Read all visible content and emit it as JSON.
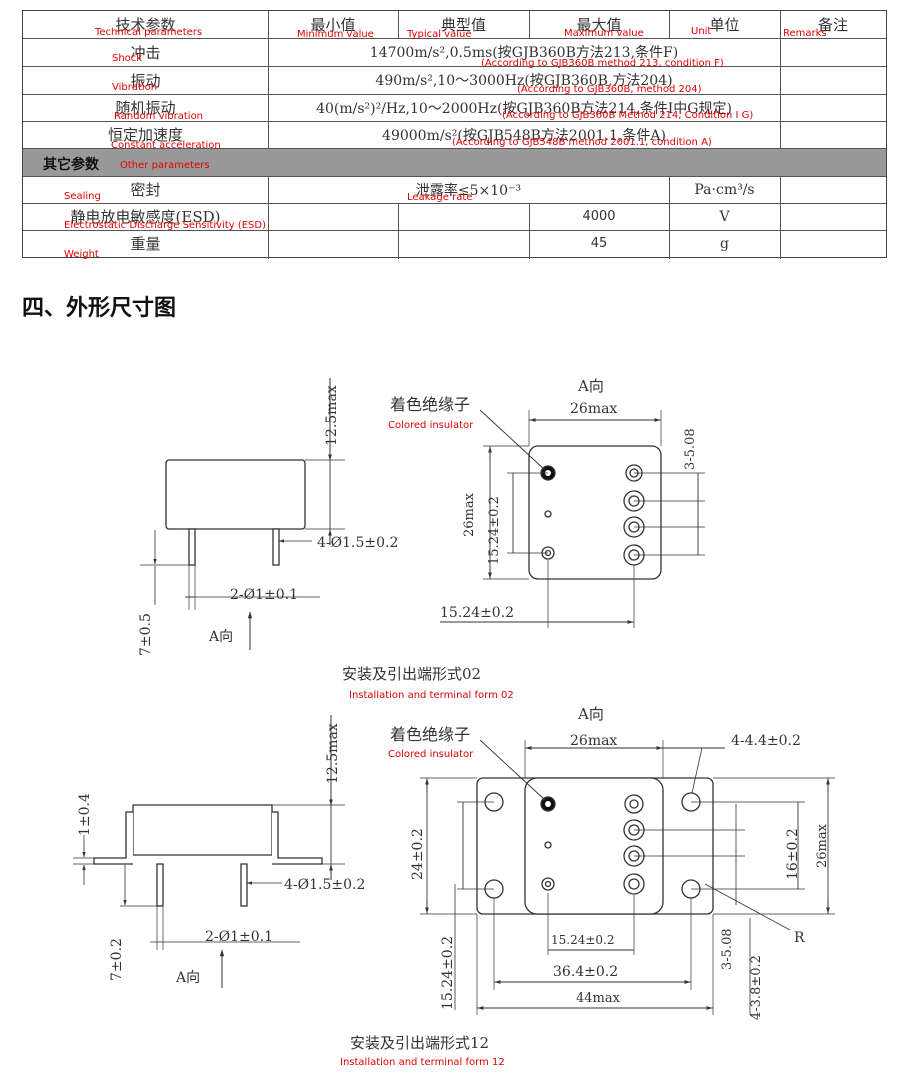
{
  "table": {
    "headers": [
      {
        "cn": "技术参数",
        "en": "Technical parameters"
      },
      {
        "cn": "最小值",
        "en": "Minimum value"
      },
      {
        "cn": "典型值",
        "en": "Typical value"
      },
      {
        "cn": "最大值",
        "en": "Maximum value"
      },
      {
        "cn": "单位",
        "en": "Unit"
      },
      {
        "cn": "备注",
        "en": "Remarks"
      }
    ],
    "rows": [
      {
        "cn": "冲击",
        "en": "Shock",
        "value": "14700m/s²,0.5ms(按GJB360B方法213,条件F)",
        "value_en": "(According to GJB360B method 213, condition F)"
      },
      {
        "cn": "振动",
        "en": "Vibration",
        "value": "490m/s²,10～3000Hz(按GJB360B,方法204)",
        "value_en": "(According to GJB360B, method 204)"
      },
      {
        "cn": "随机振动",
        "en": "Random vibration",
        "value": "40(m/s²)²/Hz,10～2000Hz(按GJB360B方法214,条件I中G规定)",
        "value_en": "(According to GJB360B Method 214, Condition I G)"
      },
      {
        "cn": "恒定加速度",
        "en": "Constant acceleration",
        "value": "49000m/s²(按GJB548B方法2001.1,条件A)",
        "value_en": "(According to GJB548B method 2001.1, condition A)"
      }
    ],
    "other": {
      "title_cn": "其它参数",
      "title_en": "Other parameters",
      "sealing": {
        "cn": "密封",
        "en": "Sealing",
        "value": "泄露率≤5×10⁻³",
        "value_en": "Leakage rate",
        "unit": "Pa·cm³/s"
      },
      "esd": {
        "cn": "静电放电敏感度(ESD)",
        "en": "Electrostatic Discharge Sensitivity (ESD)",
        "max": "4000",
        "unit": "V"
      },
      "weight": {
        "cn": "重量",
        "en": "Weight",
        "max": "45",
        "unit": "g"
      }
    }
  },
  "section_heading": "四、外形尺寸图",
  "fig02": {
    "dim_height": "12.5max",
    "pin_big": "4-Ø1.5±0.2",
    "pin_small": "2-Ø1±0.1",
    "lead_len": "7±0.5",
    "view_a": "A向",
    "top_label": "A向",
    "insulator_cn": "着色绝缘子",
    "insulator_en": "Colored insulator",
    "width": "26max",
    "height": "26max",
    "pitch_v": "15.24±0.2",
    "pitch_h": "15.24±0.2",
    "edge": "3-5.08",
    "caption_cn": "安装及引出端形式02",
    "caption_en": "Installation and terminal form 02"
  },
  "fig12": {
    "dim_height": "12.5max",
    "flange_h": "1±0.4",
    "pin_big": "4-Ø1.5±0.2",
    "pin_small": "2-Ø1±0.1",
    "lead_len": "7±0.2",
    "view_a": "A向",
    "top_label": "A向",
    "insulator_cn": "着色绝缘子",
    "insulator_en": "Colored insulator",
    "width": "26max",
    "holes": "4-4.4±0.2",
    "left_v": "24±0.2",
    "right_v": "16±0.2",
    "height": "26max",
    "pitch_h": "15.24±0.2",
    "hole_pitch": "36.4±0.2",
    "overall": "44max",
    "pitch_v_low": "15.24±0.2",
    "edge": "3-5.08",
    "edge2": "4-3.8±0.2",
    "radius": "R",
    "caption_cn": "安装及引出端形式12",
    "caption_en": "Installation and terminal form 12"
  }
}
